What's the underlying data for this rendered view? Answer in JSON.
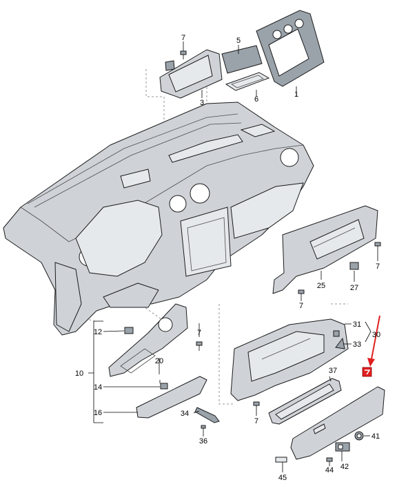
{
  "diagram": {
    "labels": {
      "p1": "1",
      "p3": "3",
      "p5": "5",
      "p6": "6",
      "p7a": "7",
      "p7b": "7",
      "p7c": "7",
      "p7d": "7",
      "p7e": "7",
      "p10": "10",
      "p12": "12",
      "p14": "14",
      "p16": "16",
      "p20": "20",
      "p25": "25",
      "p27": "27",
      "p30": "30",
      "p31": "31",
      "p33": "33",
      "p34": "34",
      "p36": "36",
      "p37": "37",
      "p41": "41",
      "p42": "42",
      "p44": "44",
      "p45": "45"
    },
    "highlight_color": "#e02020"
  }
}
